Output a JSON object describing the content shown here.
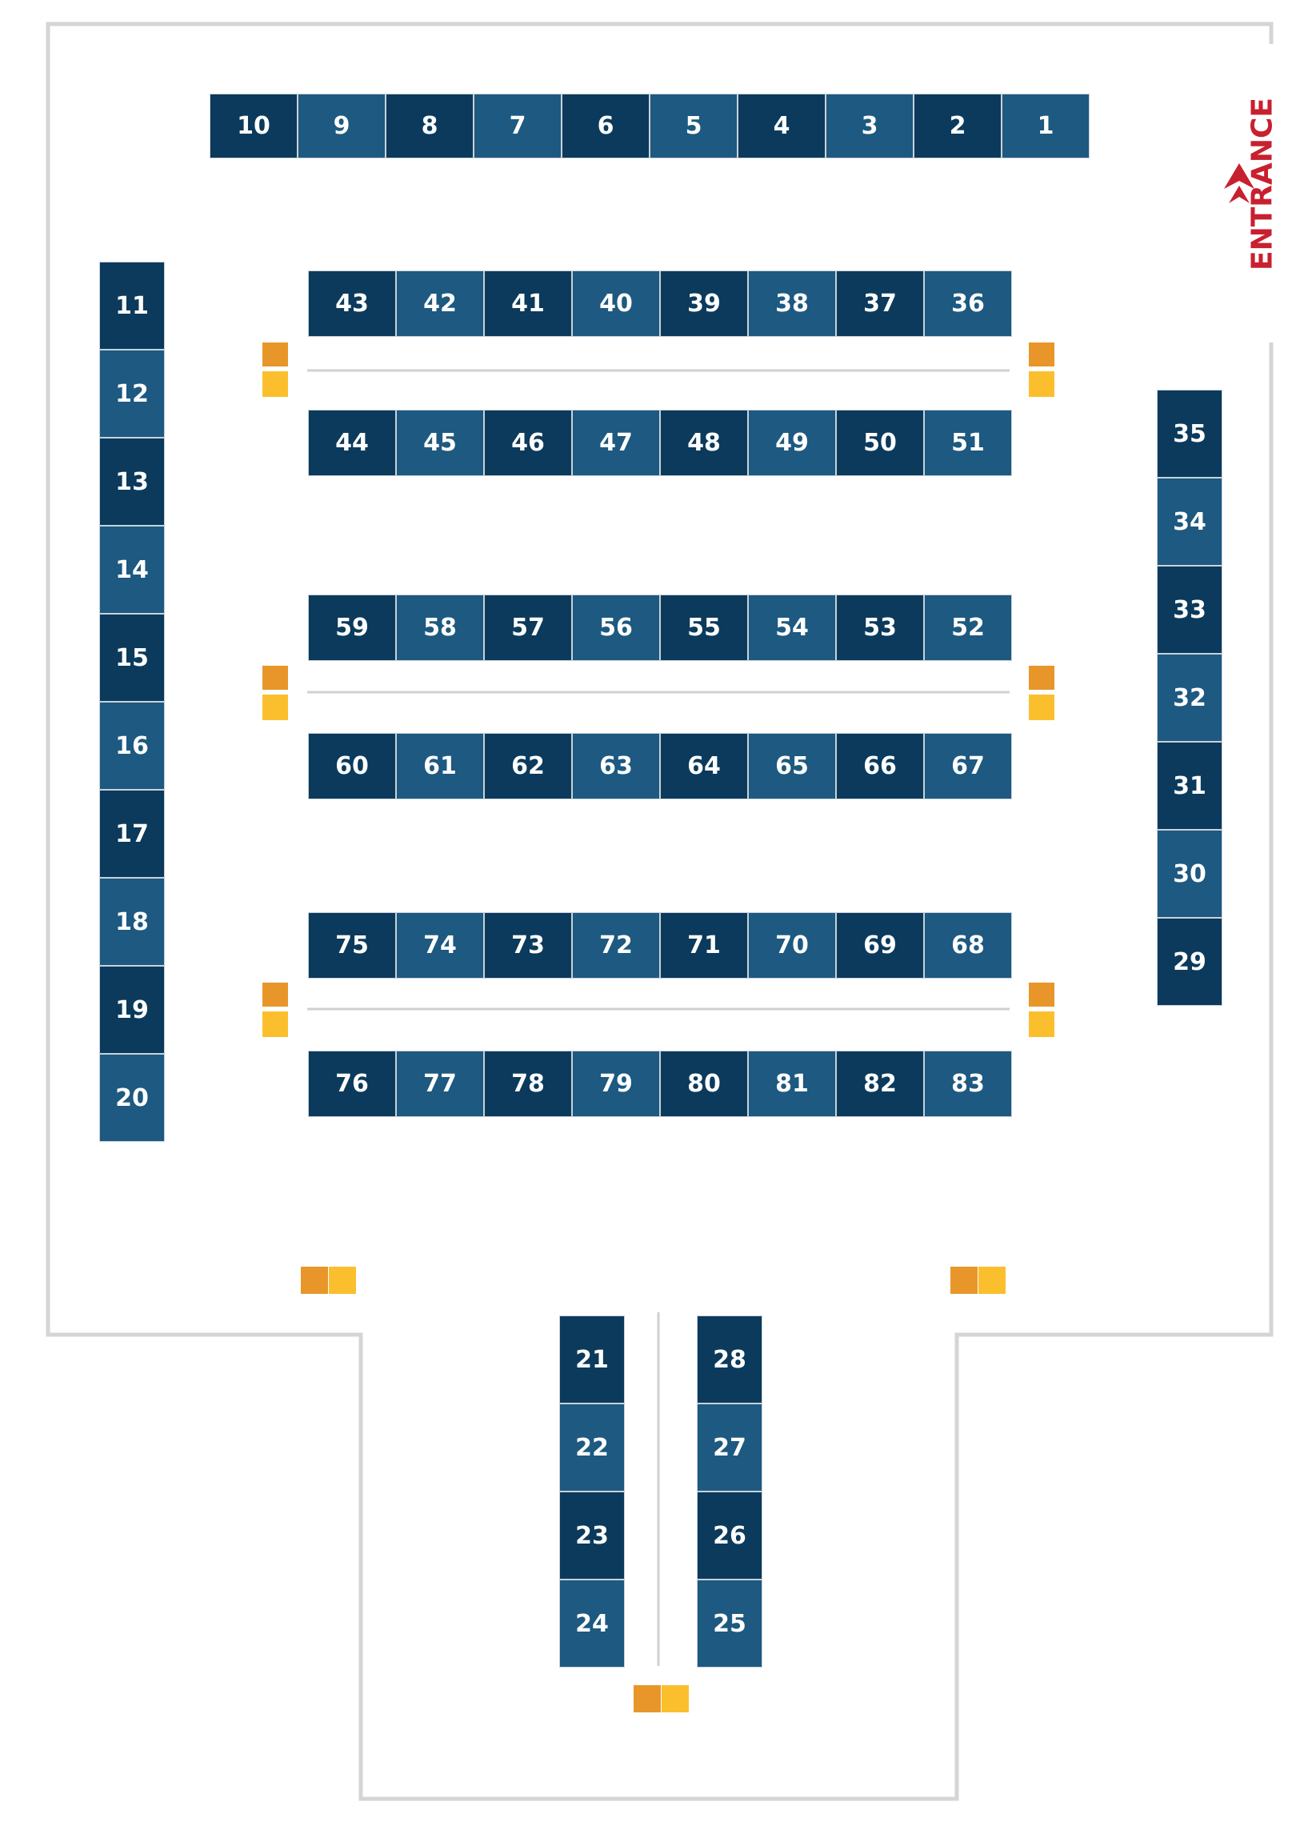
{
  "entrance": {
    "label": "ENTRANCE",
    "color": "#c8202f"
  },
  "colors": {
    "dark": "#0b3a5c",
    "mid": "#1d5980",
    "orange": "#e8962a",
    "yellow": "#fbbf2e",
    "wall": "#d5d5d5"
  },
  "booths": {
    "top_row": [
      "10",
      "9",
      "8",
      "7",
      "6",
      "5",
      "4",
      "3",
      "2",
      "1"
    ],
    "left_column": [
      "11",
      "12",
      "13",
      "14",
      "15",
      "16",
      "17",
      "18",
      "19",
      "20"
    ],
    "right_column": [
      "35",
      "34",
      "33",
      "32",
      "31",
      "30",
      "29"
    ],
    "block_1_upper": [
      "43",
      "42",
      "41",
      "40",
      "39",
      "38",
      "37",
      "36"
    ],
    "block_1_lower": [
      "44",
      "45",
      "46",
      "47",
      "48",
      "49",
      "50",
      "51"
    ],
    "block_2_upper": [
      "59",
      "58",
      "57",
      "56",
      "55",
      "54",
      "53",
      "52"
    ],
    "block_2_lower": [
      "60",
      "61",
      "62",
      "63",
      "64",
      "65",
      "66",
      "67"
    ],
    "block_3_upper": [
      "75",
      "74",
      "73",
      "72",
      "71",
      "70",
      "69",
      "68"
    ],
    "block_3_lower": [
      "76",
      "77",
      "78",
      "79",
      "80",
      "81",
      "82",
      "83"
    ],
    "hall_left": [
      "21",
      "22",
      "23",
      "24"
    ],
    "hall_right": [
      "28",
      "27",
      "26",
      "25"
    ]
  }
}
